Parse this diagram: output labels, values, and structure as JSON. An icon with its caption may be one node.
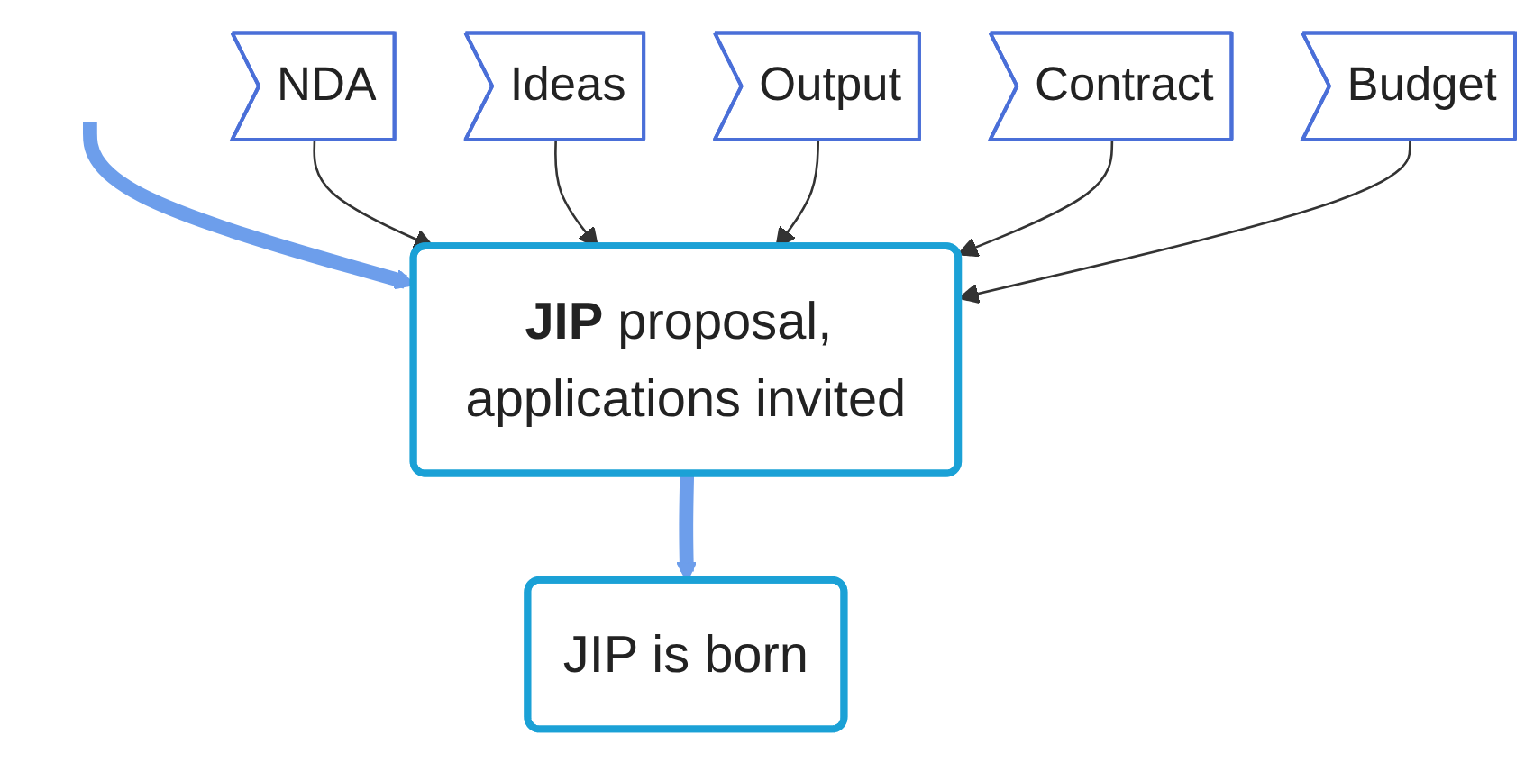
{
  "diagram": {
    "nodes": [
      {
        "text": [
          "NDA"
        ]
      },
      {
        "text": [
          "**JIP** proposal, applications invited"
        ]
      },
      {
        "text": [
          "Ideas"
        ]
      },
      {
        "text": [
          "Output"
        ]
      },
      {
        "text": [
          "Contract"
        ]
      },
      {
        "text": [
          "Budget"
        ]
      },
      {
        "text": [
          "JIP is born"
        ]
      }
    ],
    "edges": [
      {
        "from": null,
        "to": 1,
        "arrow": "to",
        "style": "thick",
        "color": "#6d9eeb"
      },
      {
        "from": 0,
        "to": 1,
        "arrow": "to"
      },
      {
        "from": 2,
        "to": 1,
        "arrow": "to"
      },
      {
        "from": 3,
        "to": 1,
        "arrow": "to"
      },
      {
        "from": 4,
        "to": 1,
        "arrow": "to"
      },
      {
        "from": 5,
        "to": 1,
        "arrow": "to"
      },
      {
        "from": 1,
        "to": 6,
        "arrow": "to",
        "style": "thick",
        "color": "#6d9eeb"
      }
    ]
  }
}
